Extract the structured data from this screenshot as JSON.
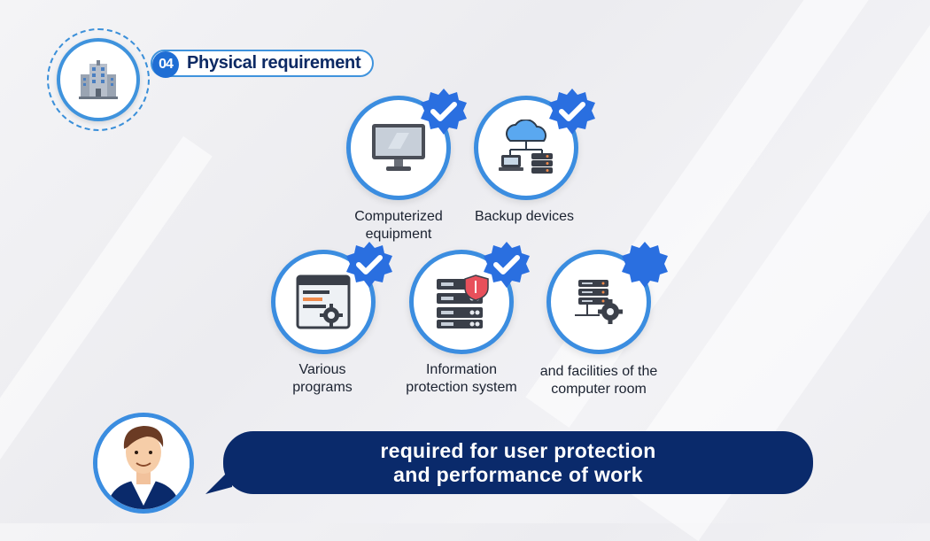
{
  "header": {
    "badge_icon": "building-icon",
    "number": "04",
    "title": "Physical requirement"
  },
  "items": [
    {
      "label_lines": [
        "Computerized",
        "equipment"
      ],
      "icon": "monitor-icon",
      "checked": true
    },
    {
      "label_lines": [
        "Backup devices"
      ],
      "icon": "cloud-backup-icon",
      "checked": true
    },
    {
      "label_lines": [
        "Various",
        "programs"
      ],
      "icon": "program-window-icon",
      "checked": true
    },
    {
      "label_lines": [
        "Information",
        "protection system"
      ],
      "icon": "server-shield-icon",
      "checked": true
    },
    {
      "label_lines": [
        "and facilities of the",
        "computer room"
      ],
      "icon": "server-gear-icon",
      "checked": false
    }
  ],
  "speech": {
    "line1": "required for user protection",
    "line2": "and performance of work"
  },
  "colors": {
    "accent_blue": "#3b8de0",
    "seal_blue": "#2a6fe0",
    "navy": "#0a2a6b"
  }
}
